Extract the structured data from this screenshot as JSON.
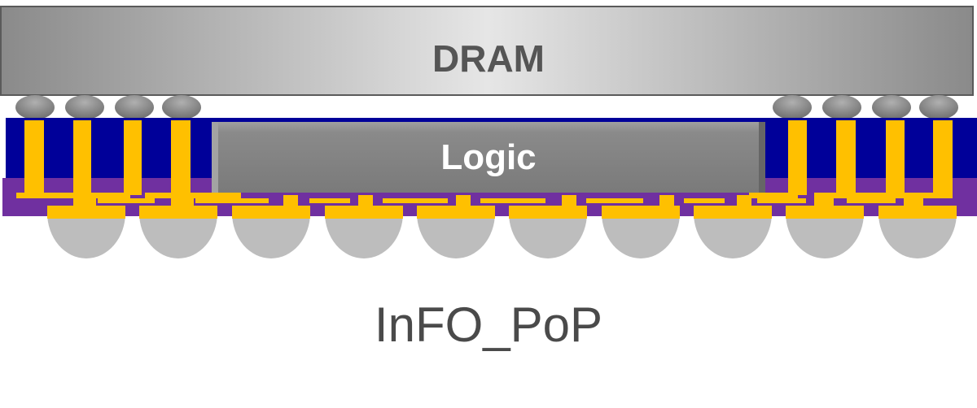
{
  "diagram": {
    "dram_label": "DRAM",
    "logic_label": "Logic",
    "caption": "InFO_PoP",
    "colors": {
      "molding": "#000099",
      "rdl": "#7030a0",
      "copper": "#ffc000",
      "ball": "#bdbdbd",
      "text_dark": "#4a4a4a"
    }
  }
}
